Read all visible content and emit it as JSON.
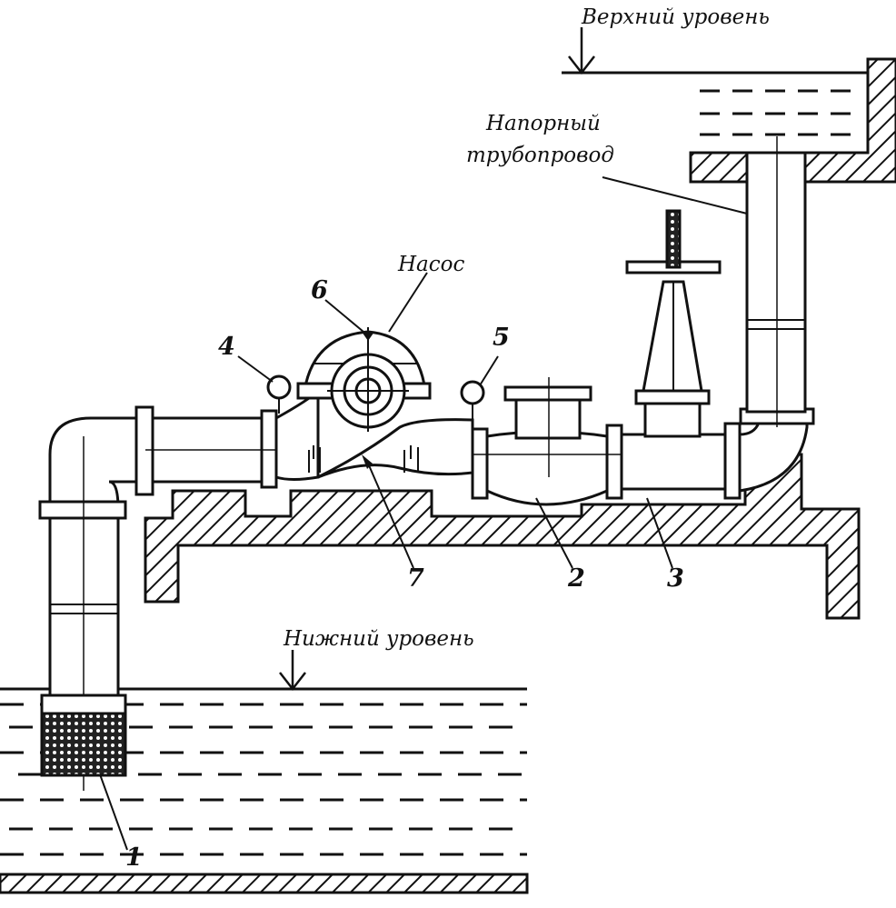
{
  "labels": {
    "upper_level": "Верхний уровень",
    "pressure_pipeline_line1": "Напорный",
    "pressure_pipeline_line2": "трубопровод",
    "pump": "Насос",
    "lower_level": "Нижний уровень"
  },
  "callouts": {
    "n1": "1",
    "n2": "2",
    "n3": "3",
    "n4": "4",
    "n5": "5",
    "n6": "6",
    "n7": "7"
  },
  "colors": {
    "ink": "#111111",
    "paper": "#ffffff"
  }
}
